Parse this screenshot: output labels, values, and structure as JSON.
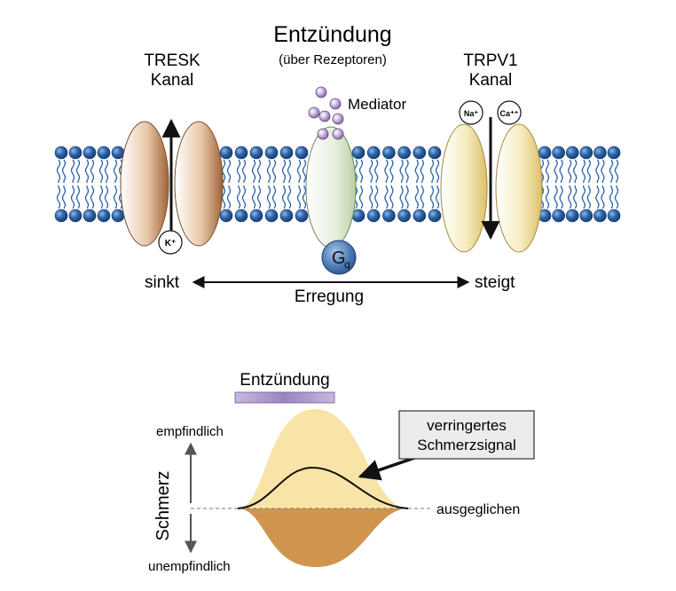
{
  "top": {
    "title": "Entzündung",
    "subtitle": "(über Rezeptoren)",
    "tresk": {
      "line1": "TRESK",
      "line2": "Kanal",
      "ion": "K⁺"
    },
    "trpv1": {
      "line1": "TRPV1",
      "line2": "Kanal",
      "ion_na": "Na⁺",
      "ion_ca": "Ca⁺⁺"
    },
    "mediator_label": "Mediator",
    "gq": {
      "main": "G",
      "sub": "q"
    },
    "arrow": {
      "left": "sinkt",
      "right": "steigt",
      "center": "Erregung"
    }
  },
  "bottom": {
    "bar_label": "Entzündung",
    "callout": {
      "line1": "verringertes",
      "line2": "Schmerzsignal"
    },
    "yaxis": {
      "title": "Schmerz",
      "top": "empfindlich",
      "bottom": "unempfindlich"
    },
    "baseline_label": "ausgeglichen"
  },
  "colors": {
    "lipid_head": "#2a62a8",
    "tresk": "#b87a4a",
    "trpv1": "#efd98a",
    "receptor": "#d8e8cc",
    "mediator": "#a98fc4",
    "gq": "#3c6ea8",
    "bar": "#9c86c0",
    "curve_up": "#f6e2a4",
    "curve_down": "#cf9550",
    "callout_bg": "#ebebeb"
  }
}
